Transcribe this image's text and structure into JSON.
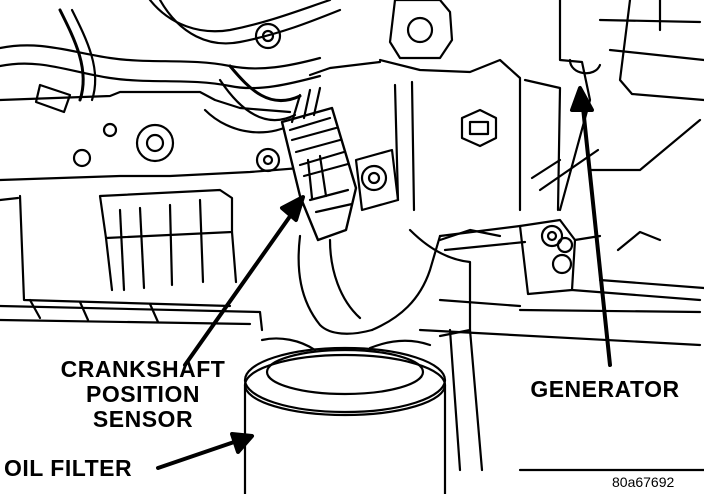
{
  "callouts": {
    "crankshaft_sensor": {
      "line1": "CRANKSHAFT",
      "line2": "POSITION",
      "line3": "SENSOR"
    },
    "generator": "GENERATOR",
    "oil_filter": "OIL FILTER"
  },
  "figure_id": "80a67692",
  "colors": {
    "ink": "#000000",
    "paper": "#ffffff"
  }
}
